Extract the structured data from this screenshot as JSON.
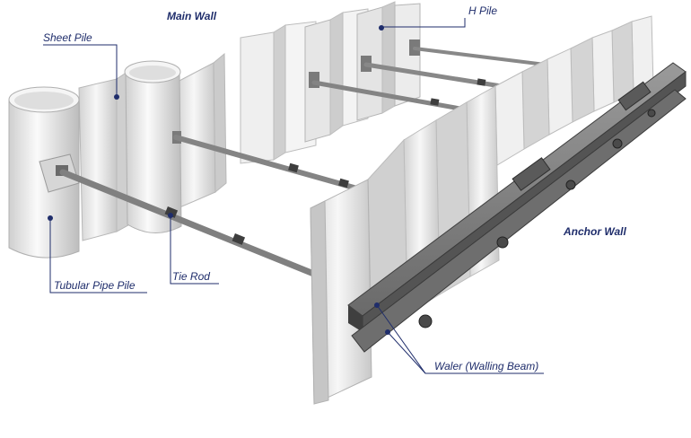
{
  "labels": {
    "main_wall": "Main Wall",
    "h_pile": "H Pile",
    "sheet_pile": "Sheet Pile",
    "anchor_wall": "Anchor Wall",
    "tie_rod": "Tie Rod",
    "tubular_pipe_pile": "Tubular Pipe Pile",
    "waler": "Waler (Walling Beam)"
  },
  "colors": {
    "label": "#1f2d6b",
    "pile_light": "#f2f2f2",
    "pile_mid": "#dcdcdc",
    "pile_shade": "#c4c4c4",
    "steel": "#7a7a7a",
    "steel_dark": "#4a4a4a",
    "beam_top": "#8a8a8a",
    "beam_side": "#555555"
  }
}
